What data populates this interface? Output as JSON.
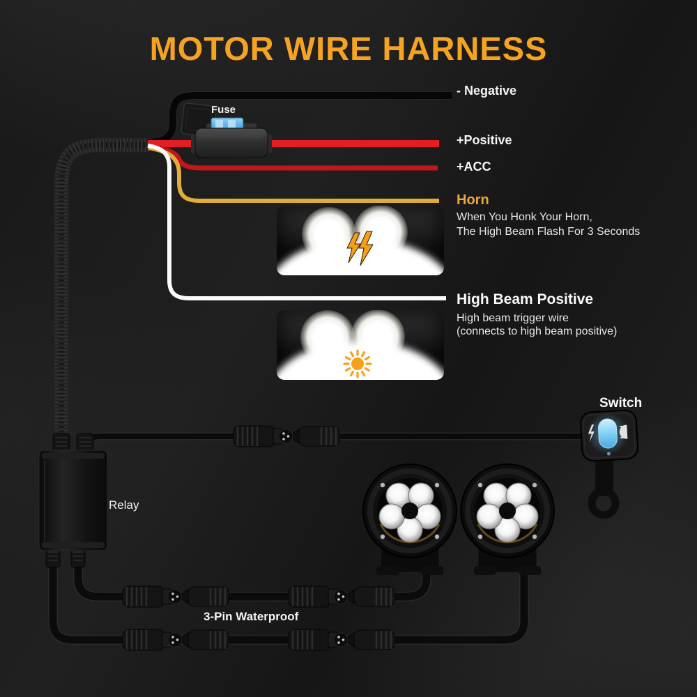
{
  "title": "MOTOR WIRE HARNESS",
  "labels": {
    "negative": "- Negative",
    "positive": "+Positive",
    "acc": "+ACC",
    "horn": "Horn",
    "horn_desc1": "When You Honk Your Horn,",
    "horn_desc2": "The High Beam Flash For 3 Seconds",
    "high_beam": "High Beam Positive",
    "high_beam_desc1": "High beam trigger wire",
    "high_beam_desc2": "(connects to high beam positive)",
    "fuse": "Fuse",
    "switch": "Switch",
    "relay": "Relay",
    "connector": "3-Pin Waterproof"
  },
  "colors": {
    "title_orange": "#F6A41F",
    "horn_label_orange": "#E9A93F",
    "wire_negative": "#070707",
    "wire_positive": "#E41D24",
    "wire_acc": "#C4161D",
    "wire_horn": "#E2AC39",
    "wire_high_beam": "#FAFAFA",
    "fuse_blue": "#59ACE0",
    "switch_glow_blue": "#5BC8F5",
    "icon_orange": "#F59E16"
  },
  "icons": {
    "horn_photo_icon": "double-lightning-flash",
    "high_beam_photo_icon": "sun-steady-on",
    "switch_left_icon": "flash-strobe",
    "switch_right_icon": "headlight-beam"
  }
}
